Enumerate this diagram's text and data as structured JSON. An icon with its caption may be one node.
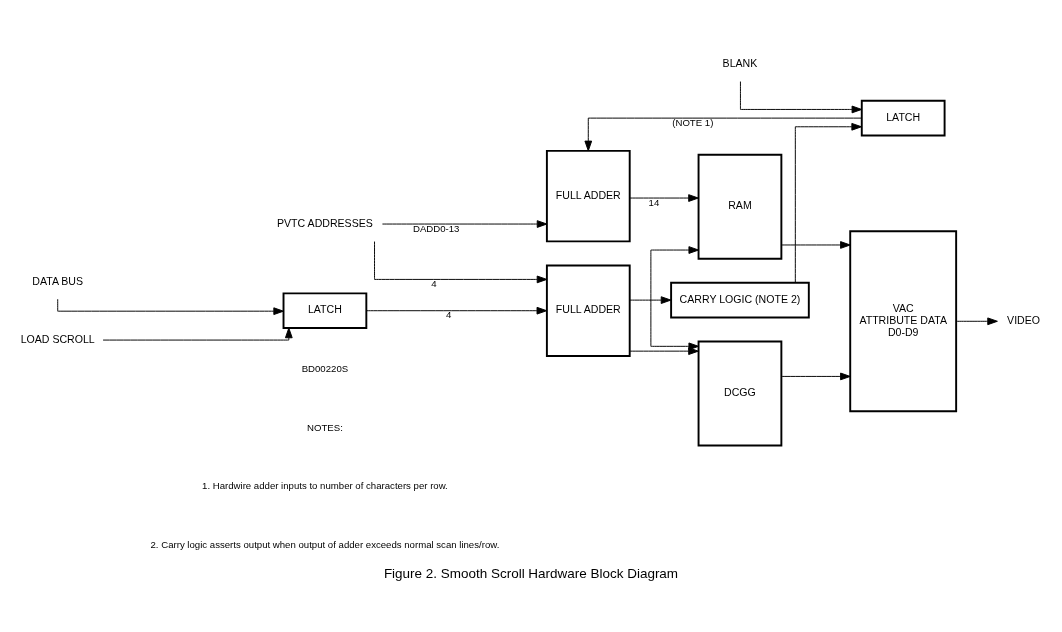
{
  "diagram": {
    "caption": "Figure 2. Smooth Scroll Hardware Block Diagram",
    "nodes": [
      {
        "text": [
          "FULL ADDER"
        ]
      },
      {
        "text": [
          "RAM"
        ]
      },
      {
        "text": [
          "VAC",
          "ATTRIBUTE DATA",
          "D0-D9"
        ]
      },
      {
        "text": [
          "VIDEO"
        ]
      },
      {
        "text": [
          "LATCH"
        ]
      },
      {
        "text": [
          "BLANK"
        ]
      },
      {
        "text": [
          "CARRY LOGIC (NOTE 2)"
        ]
      },
      {
        "text": [
          "PVTC ADDRESSES"
        ]
      },
      {
        "text": [
          "FULL ADDER"
        ]
      },
      {
        "text": [
          "DCGG"
        ]
      },
      {
        "text": [
          "DATA BUS"
        ]
      },
      {
        "text": [
          "LATCH"
        ]
      },
      {
        "text": [
          "LOAD SCROLL"
        ]
      }
    ],
    "edges": [
      {
        "from": 7,
        "to": 0,
        "arrow": "to",
        "label": "DADD0-13"
      },
      {
        "from": 7,
        "to": 8,
        "arrow": "to",
        "label": "4"
      },
      {
        "from": 5,
        "to": 4,
        "arrow": "to"
      },
      {
        "from": 4,
        "to": 0,
        "arrow": "to",
        "label": "(NOTE 1)"
      },
      {
        "from": 6,
        "to": 4,
        "arrow": "to"
      },
      {
        "from": 0,
        "to": 1,
        "arrow": "to",
        "label": "14"
      },
      {
        "from": 8,
        "to": 6,
        "arrow": "to"
      },
      {
        "from": 8,
        "to": 9,
        "arrow": "to"
      },
      {
        "from": 1,
        "to": 9,
        "arrow": "both"
      },
      {
        "from": 1,
        "to": 2,
        "arrow": "to"
      },
      {
        "from": 9,
        "to": 2,
        "arrow": "to"
      },
      {
        "from": 2,
        "to": 3,
        "arrow": "to"
      },
      {
        "from": 10,
        "to": 11,
        "arrow": "to"
      },
      {
        "from": 12,
        "to": 11,
        "arrow": "to"
      },
      {
        "from": 11,
        "to": 8,
        "arrow": "to",
        "label": "4"
      }
    ],
    "labels": [
      "BD00220S",
      "NOTES:",
      "1. Hardwire adder inputs to number of characters per row.",
      "2. Carry logic asserts output when output of adder exceeds normal scan lines/row."
    ]
  }
}
